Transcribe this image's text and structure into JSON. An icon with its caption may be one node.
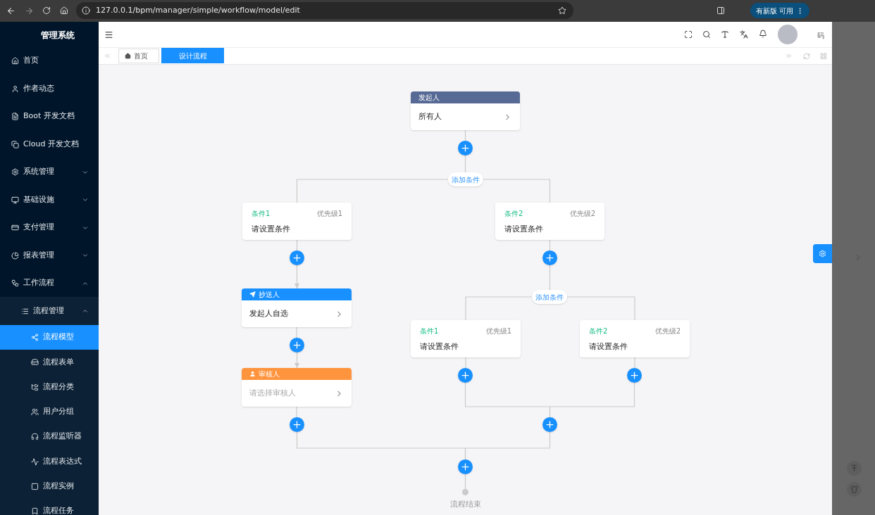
{
  "diagram": {
    "nodes": [
      {
        "text": [
          "发起人",
          "所有人"
        ]
      },
      {
        "text": [],
        "shape": "circle"
      },
      {
        "text": [
          "添加条件"
        ]
      },
      {
        "text": [
          "条件1",
          "优先级1",
          "请设置条件"
        ]
      },
      {
        "text": [
          "条件2",
          "优先级2",
          "请设置条件"
        ]
      },
      {
        "text": [],
        "shape": "circle"
      },
      {
        "text": [],
        "shape": "circle"
      },
      {
        "text": [
          "抄送人",
          "发起人自选"
        ]
      },
      {
        "text": [],
        "shape": "circle"
      },
      {
        "text": [
          "审核人",
          "请选择审核人"
        ]
      },
      {
        "text": [
          "添加条件"
        ]
      },
      {
        "text": [
          "条件1",
          "优先级1",
          "请设置条件"
        ]
      },
      {
        "text": [
          "条件2",
          "优先级2",
          "请设置条件"
        ]
      },
      {
        "text": [],
        "shape": "circle"
      },
      {
        "text": [],
        "shape": "circle"
      },
      {
        "text": [],
        "shape": "circle"
      },
      {
        "text": [],
        "shape": "circle"
      },
      {
        "text": [],
        "shape": "circle"
      },
      {
        "text": [],
        "shape": "circle",
        "beside": [
          "流程结束"
        ]
      }
    ],
    "edges": [
      {
        "from": 0,
        "to": 1,
        "arrow": "none"
      },
      {
        "from": 1,
        "to": 2,
        "arrow": "none"
      },
      {
        "from": 2,
        "to": 3,
        "arrow": "none"
      },
      {
        "from": 2,
        "to": 4,
        "arrow": "none"
      },
      {
        "from": 3,
        "to": 5,
        "arrow": "none"
      },
      {
        "from": 5,
        "to": 7,
        "arrow": "to"
      },
      {
        "from": 7,
        "to": 8,
        "arrow": "none"
      },
      {
        "from": 8,
        "to": 9,
        "arrow": "to"
      },
      {
        "from": 9,
        "to": 15,
        "arrow": "none"
      },
      {
        "from": 4,
        "to": 6,
        "arrow": "none"
      },
      {
        "from": 6,
        "to": 10,
        "arrow": "none"
      },
      {
        "from": 10,
        "to": 11,
        "arrow": "none"
      },
      {
        "from": 10,
        "to": 12,
        "arrow": "none"
      },
      {
        "from": 11,
        "to": 13,
        "arrow": "none"
      },
      {
        "from": 12,
        "to": 14,
        "arrow": "none"
      },
      {
        "from": 13,
        "to": 16,
        "arrow": "none"
      },
      {
        "from": 14,
        "to": 16,
        "arrow": "none"
      },
      {
        "from": 15,
        "to": 17,
        "arrow": "none"
      },
      {
        "from": 16,
        "to": 17,
        "arrow": "none"
      },
      {
        "from": 17,
        "to": 18,
        "arrow": "none"
      }
    ],
    "labels": [
      "127.0.0.1/bpm/manager/simple/workflow/model/edit",
      "有新版 可用",
      "管理系统",
      "首页",
      "作者动态",
      "Boot 开发文档",
      "Cloud 开发文档",
      "系统管理",
      "基础设施",
      "支付管理",
      "报表管理",
      "工作流程",
      "流程管理",
      "流程模型",
      "流程表单",
      "流程分类",
      "用户分组",
      "流程监听器",
      "流程表达式",
      "流程实例",
      "流程任务",
      "首页",
      "设计流程",
      "码"
    ]
  }
}
